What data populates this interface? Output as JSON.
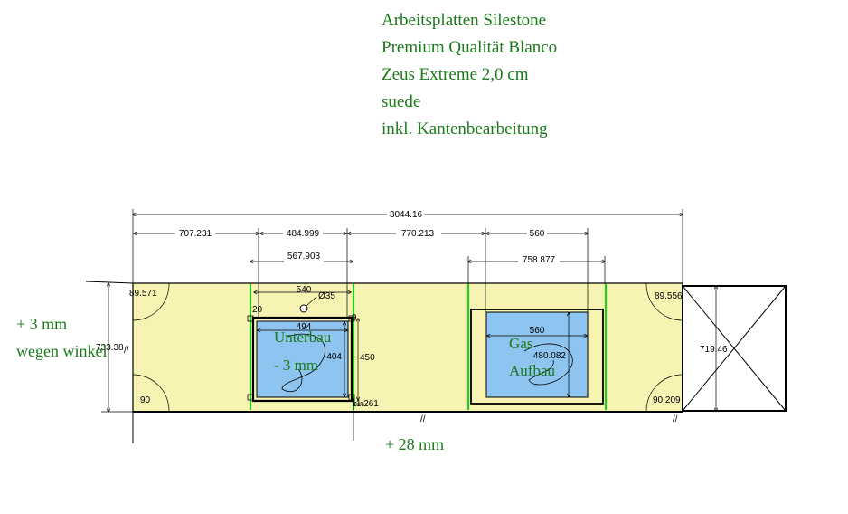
{
  "title_lines": [
    "Arbeitsplatten Silestone",
    "Premium Qualität Blanco",
    "Zeus Extreme 2,0 cm",
    "suede",
    "inkl. Kantenbearbeitung"
  ],
  "dimensions": {
    "overall": "3044.16",
    "seg_left": "707.231",
    "seg_sink": "484.999",
    "seg_middle": "770.213",
    "seg_hob": "560",
    "sink_offset": "567.903",
    "hob_offset": "758.877",
    "sink_cutout_width": "540",
    "tap_hole": "Ø35",
    "sink_inner_width": "494",
    "sink_inner_depth": "404",
    "sink_depth": "450",
    "small_left_top": "20",
    "small_right_top": "9",
    "small_bottom": "11.261",
    "depth_left": "733.38",
    "depth_right": "719.46",
    "angle_top_left": "89.571",
    "angle_top_right": "89.556",
    "angle_bottom_left": "90",
    "angle_bottom_right": "90.209",
    "hob_cutout_width": "560",
    "hob_cutout_depth": "480.082"
  },
  "notes": {
    "left_line1": "+ 3 mm",
    "left_line2": "wegen winkel",
    "sink_line1": "Unterbau",
    "sink_line2": "- 3 mm",
    "hob_line1": "Gas",
    "hob_line2": "Aufbau",
    "bottom": "+ 28 mm"
  },
  "colors": {
    "worktop": "#f7f4b3",
    "cutout": "#8ec5f0",
    "green_lines": "#22cc22",
    "text_green": "#1a7a1a"
  }
}
